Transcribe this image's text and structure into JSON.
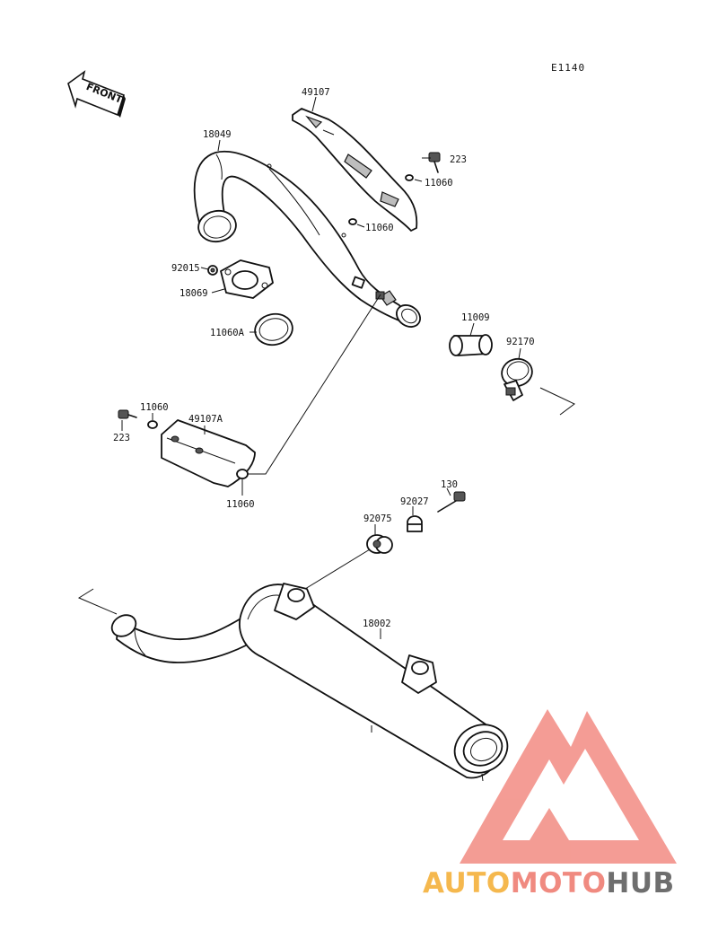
{
  "diagram_code": "E1140",
  "front_label": "FRONT",
  "labels": {
    "p49107": "49107",
    "p18049": "18049",
    "p223_top": "223",
    "p11060_a": "11060",
    "p11060_b": "11060",
    "p92015": "92015",
    "p18069": "18069",
    "p11060A": "11060A",
    "p11009": "11009",
    "p92170": "92170",
    "p11060_c": "11060",
    "p223_left": "223",
    "p49107A": "49107A",
    "p11060_d": "11060",
    "p130": "130",
    "p92027": "92027",
    "p92075": "92075",
    "p18002": "18002"
  },
  "watermark": {
    "auto": "AUTO",
    "moto": "MOTO",
    "hub": "HUB",
    "auto_color": "#f5b84e",
    "moto_color": "#f08a80",
    "hub_color": "#6e6e6e",
    "logo_color": "#f28b82"
  }
}
